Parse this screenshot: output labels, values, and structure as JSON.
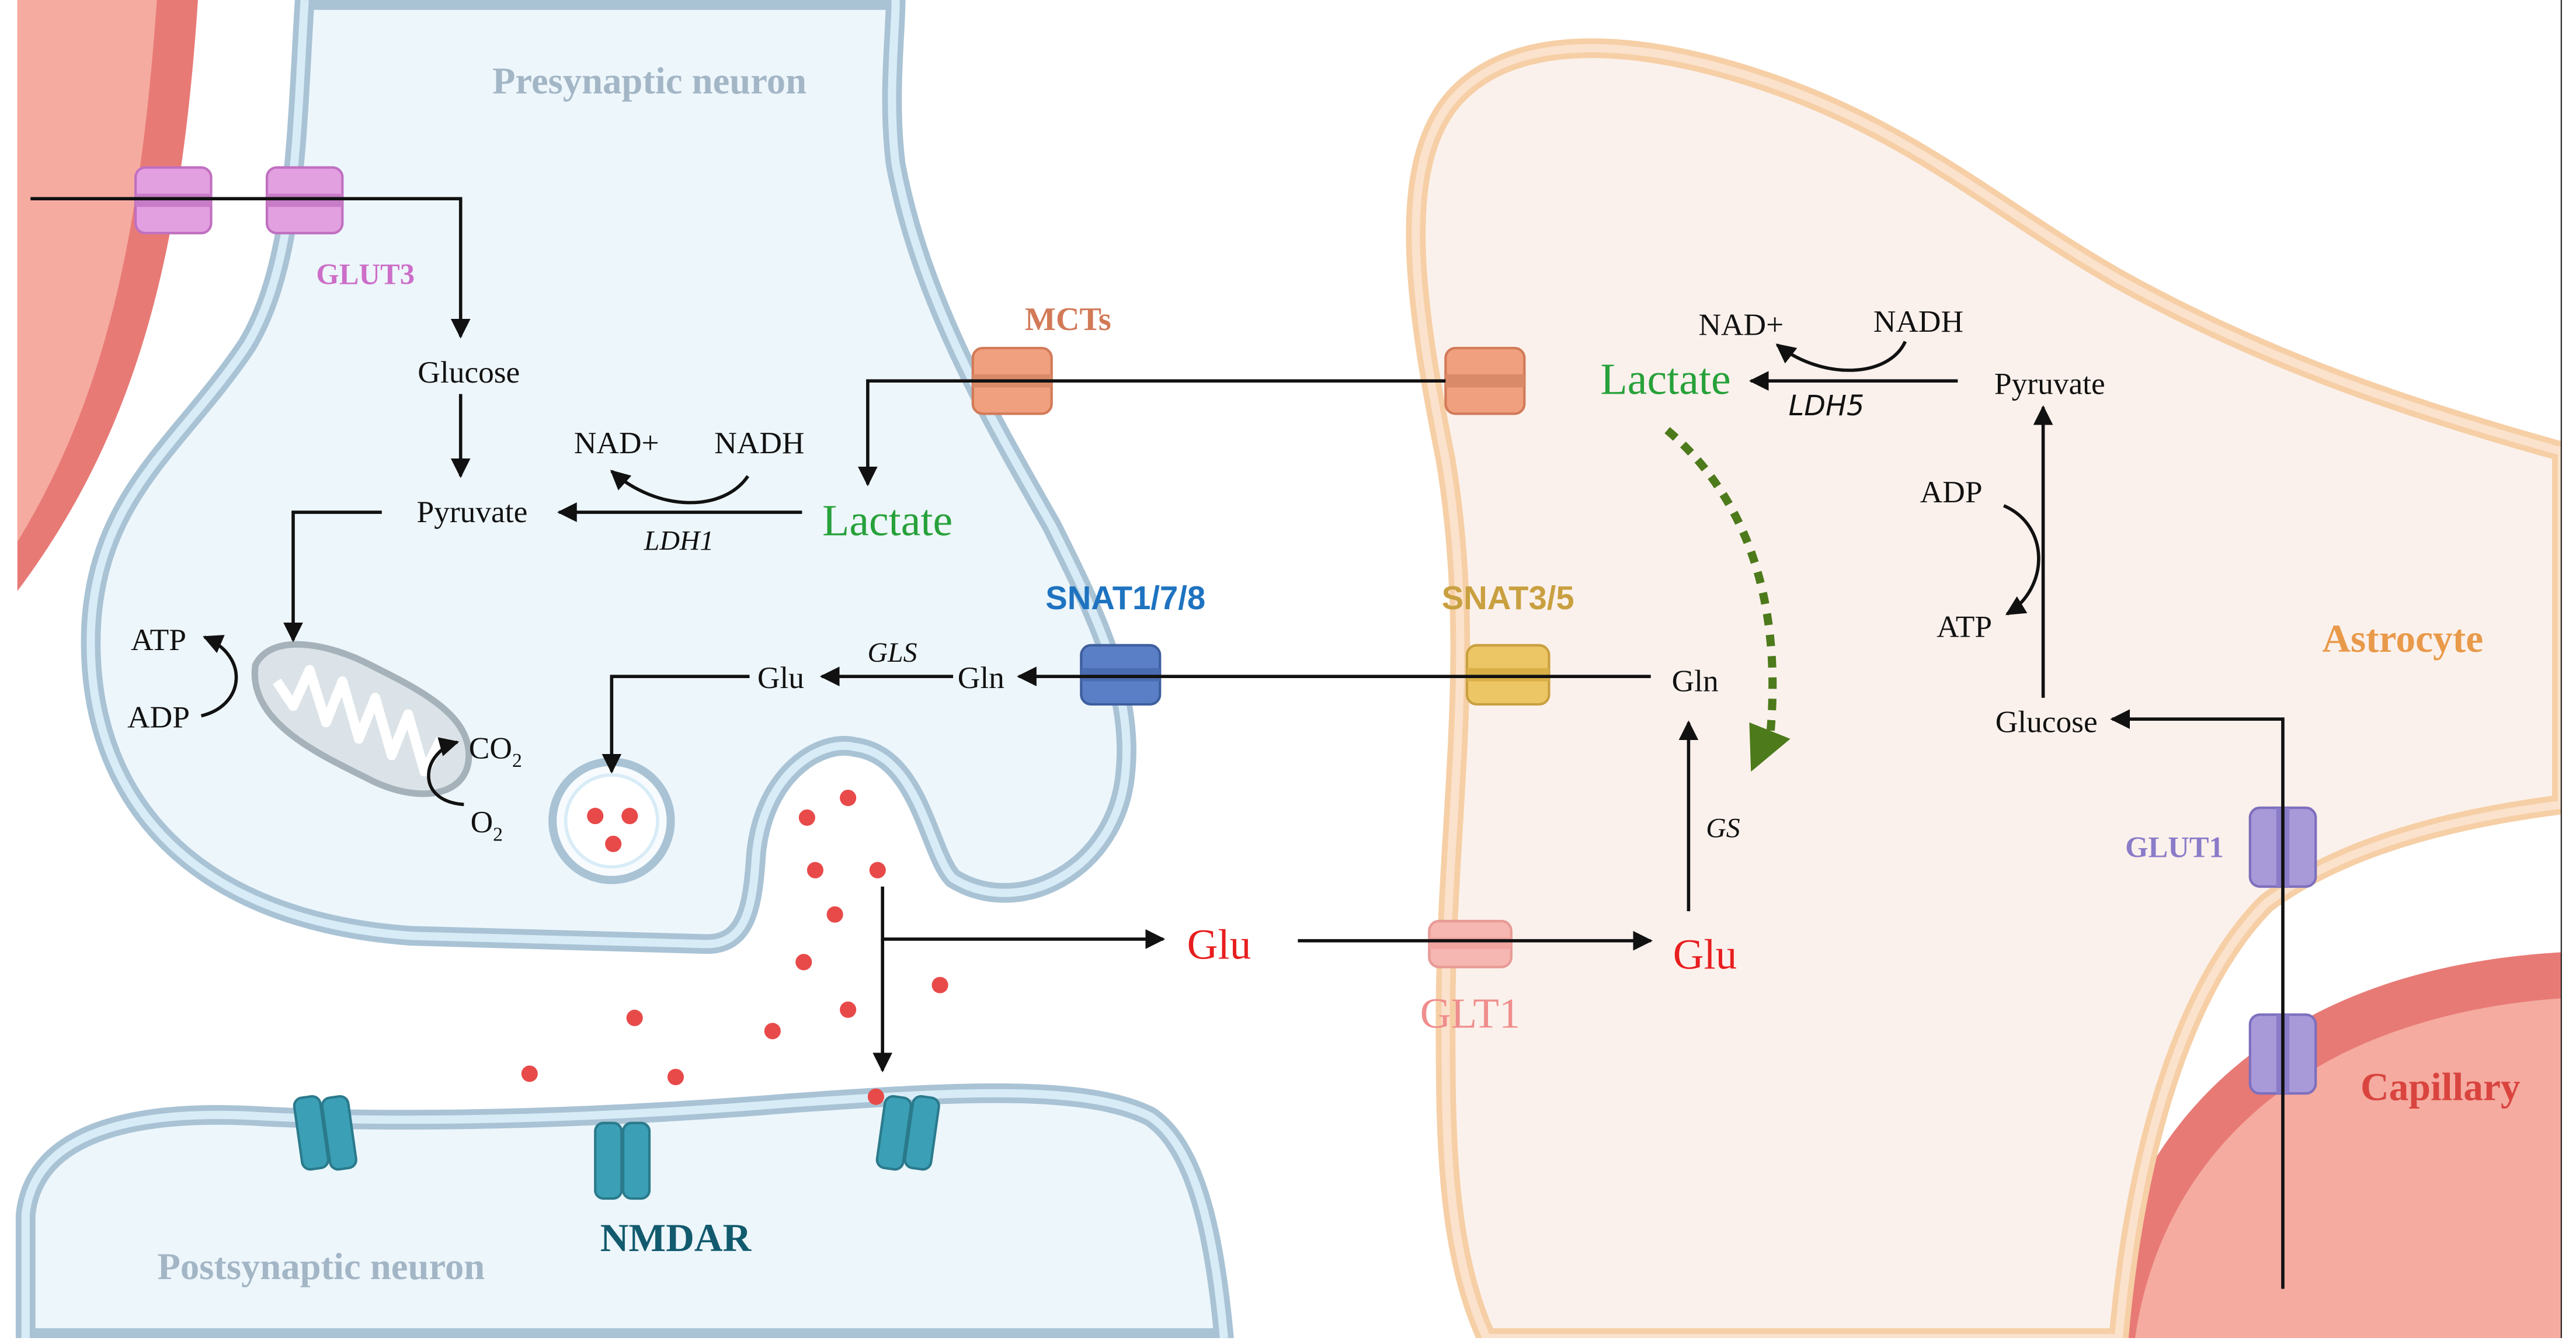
{
  "cells": {
    "presynaptic": "Presynaptic neuron",
    "postsynaptic": "Postsynaptic neuron",
    "astrocyte": "Astrocyte",
    "capillary": "Capillary"
  },
  "transporters": {
    "glut3": "GLUT3",
    "mcts": "MCTs",
    "snat178": "SNAT1/7/8",
    "snat35": "SNAT3/5",
    "glt1": "GLT1",
    "glut1": "GLUT1",
    "nmdar": "NMDAR"
  },
  "neuron": {
    "glucose": "Glucose",
    "pyruvate": "Pyruvate",
    "lactate": "Lactate",
    "nad": "NAD+",
    "nadh": "NADH",
    "ldh1": "LDH1",
    "atp": "ATP",
    "adp": "ADP",
    "co2": "CO",
    "co2_sub": "2",
    "o2": "O",
    "o2_sub": "2",
    "glu": "Glu",
    "gln": "Gln",
    "gls": "GLS"
  },
  "cleft": {
    "glu": "Glu"
  },
  "astro": {
    "lactate": "Lactate",
    "nad": "NAD+",
    "nadh": "NADH",
    "ldh5": "LDH5",
    "pyruvate": "Pyruvate",
    "adp": "ADP",
    "atp": "ATP",
    "glucose": "Glucose",
    "gln": "Gln",
    "gs": "GS",
    "glu": "Glu"
  },
  "colors": {
    "neuron_fill": "#edf6fb",
    "neuron_stroke": "#a9c3d5",
    "astro_fill": "#fbf1ec",
    "astro_stroke": "#f6cfa6",
    "capillary": "#e87a76",
    "capillary_inner": "#f5aba0",
    "glut3": "#e3a0e0",
    "mct": "#f0a07e",
    "snat178": "#5b7fc6",
    "snat35": "#ecc564",
    "glt1": "#f6b6b2",
    "glut1": "#a89ad9",
    "nmdar": "#3b9fb5",
    "lactate": "#27a13a",
    "glu_red": "#e81e1e",
    "green_arrow": "#4d7a1b"
  }
}
